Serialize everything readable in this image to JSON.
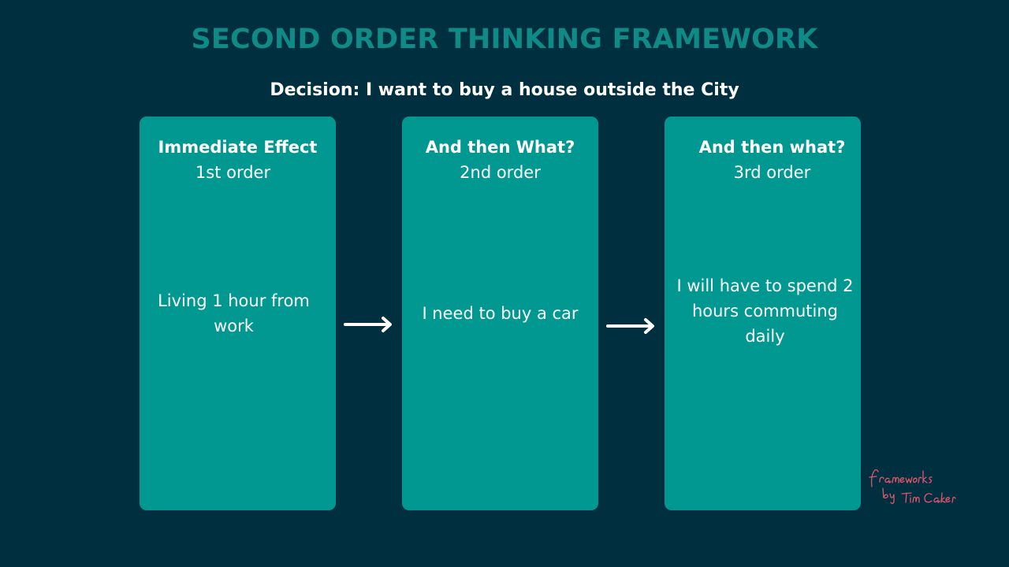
{
  "title": "SECOND ORDER THINKING FRAMEWORK",
  "decision": "Decision: I want to buy a house outside the City",
  "cards": [
    {
      "heading": "Immediate Effect",
      "order": "1st order",
      "effect": "Living 1 hour from work"
    },
    {
      "heading": "And then What?",
      "order": "2nd order",
      "effect": "I need to buy a car"
    },
    {
      "heading": "And then what?",
      "order": "3rd order",
      "effect": "I will have to spend 2 hours commuting daily"
    }
  ],
  "signature": "frameworks by Tim Caker",
  "colors": {
    "background": "#002f3f",
    "title": "#0f8a86",
    "card": "#009891",
    "text": "#ffffff",
    "signature": "#e0566a"
  },
  "icons": [
    "right-arrow-icon",
    "right-arrow-icon"
  ]
}
